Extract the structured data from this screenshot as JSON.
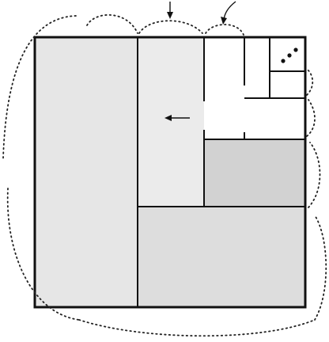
{
  "diagram": {
    "kind": "nested square partition (golden-ratio style subdivision)",
    "regions": [
      {
        "id": "tall-left-strip",
        "shade": "#e6e6e6"
      },
      {
        "id": "middle-strip",
        "shade": "#ebebeb"
      },
      {
        "id": "bottom-block",
        "shade": "#dddddd"
      },
      {
        "id": "mid-right-block",
        "shade": "#d2d2d2"
      },
      {
        "id": "top-right-cluster",
        "shade": "#ffffff"
      }
    ],
    "arrow_direction": "left",
    "dot_count": 3,
    "line_color": "#111111",
    "dotted_outline_color": "#222222"
  }
}
